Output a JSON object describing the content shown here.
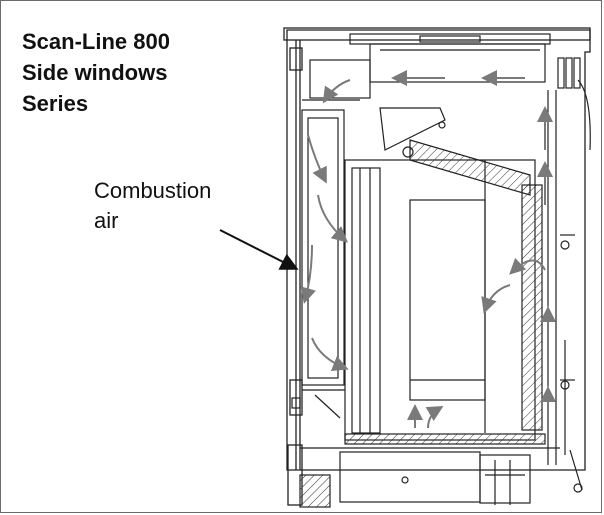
{
  "title": {
    "line1": "Scan-Line 800",
    "line2": "Side windows",
    "line3": "Series"
  },
  "callout": {
    "line1": "Combustion",
    "line2": "air"
  },
  "colors": {
    "line": "#222222",
    "airflow_arrow": "#7a7a7a",
    "hatch": "#333333"
  }
}
